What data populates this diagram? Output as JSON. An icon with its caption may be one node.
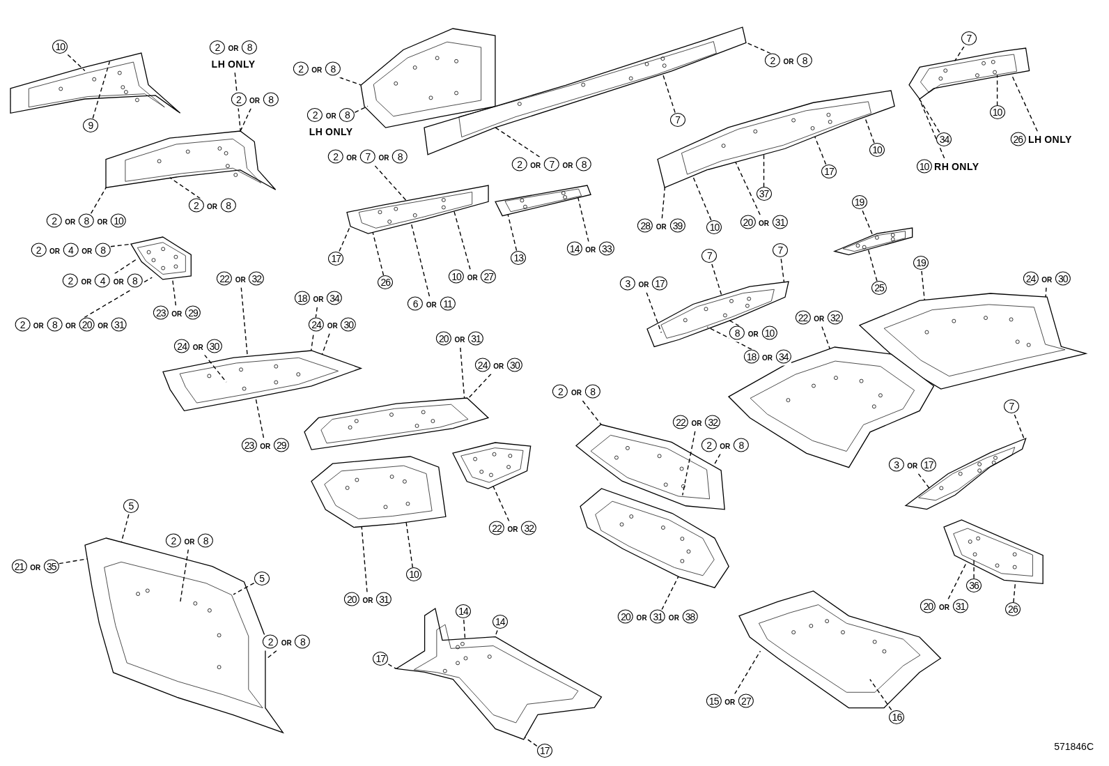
{
  "diagram": {
    "nodes": [
      {
        "text": [],
        "shape": "picture"
      },
      {
        "text": [],
        "shape": "picture"
      },
      {
        "text": [],
        "shape": "picture"
      },
      {
        "text": [],
        "shape": "picture"
      },
      {
        "text": [],
        "shape": "picture"
      },
      {
        "text": [],
        "shape": "picture"
      },
      {
        "text": [],
        "shape": "picture"
      },
      {
        "text": [],
        "shape": "picture"
      },
      {
        "text": [],
        "shape": "picture"
      },
      {
        "text": [],
        "shape": "picture"
      },
      {
        "text": [],
        "shape": "picture"
      },
      {
        "text": [],
        "shape": "picture"
      },
      {
        "text": [],
        "shape": "picture"
      },
      {
        "text": [],
        "shape": "picture"
      },
      {
        "text": [],
        "shape": "picture"
      },
      {
        "text": [],
        "shape": "picture"
      },
      {
        "text": [],
        "shape": "picture"
      },
      {
        "text": [],
        "shape": "picture"
      },
      {
        "text": [],
        "shape": "picture"
      },
      {
        "text": [],
        "shape": "picture"
      },
      {
        "text": [],
        "shape": "picture"
      },
      {
        "text": [],
        "shape": "picture"
      },
      {
        "text": [],
        "shape": "picture"
      },
      {
        "text": [],
        "shape": "picture"
      },
      {
        "text": [
          "10"
        ]
      },
      {
        "text": [
          "9"
        ]
      },
      {
        "text": [
          "2 OR 8",
          "LH ONLY"
        ]
      },
      {
        "text": [
          "2 OR 8"
        ]
      },
      {
        "text": [
          "2 OR 8"
        ]
      },
      {
        "text": [
          "2 OR 8 OR 10"
        ]
      },
      {
        "text": [
          "2 OR 4 OR 8"
        ]
      },
      {
        "text": [
          "2 OR 4 OR 8"
        ]
      },
      {
        "text": [
          "2 OR 8 OR 20 OR 31"
        ]
      },
      {
        "text": [
          "23 OR 29"
        ]
      },
      {
        "text": [
          "2 OR 8"
        ]
      },
      {
        "text": [
          "2 OR 8",
          "LH ONLY"
        ]
      },
      {
        "text": [
          "2 OR 8"
        ]
      },
      {
        "text": [
          "7"
        ]
      },
      {
        "text": [
          "2 OR 7 OR 8"
        ]
      },
      {
        "text": [
          "7"
        ]
      },
      {
        "text": [
          "10"
        ]
      },
      {
        "text": [
          "34"
        ]
      },
      {
        "text": [
          "26 LH ONLY"
        ]
      },
      {
        "text": [
          "10 RH ONLY"
        ]
      },
      {
        "text": [
          "17"
        ]
      },
      {
        "text": [
          "10"
        ]
      },
      {
        "text": [
          "37"
        ]
      },
      {
        "text": [
          "28 OR 39"
        ]
      },
      {
        "text": [
          "10"
        ]
      },
      {
        "text": [
          "20 OR 31"
        ]
      },
      {
        "text": [
          "2 OR 7 OR 8"
        ]
      },
      {
        "text": [
          "17"
        ]
      },
      {
        "text": [
          "26"
        ]
      },
      {
        "text": [
          "6 OR 11"
        ]
      },
      {
        "text": [
          "10 OR 27"
        ]
      },
      {
        "text": [
          "13"
        ]
      },
      {
        "text": [
          "14 OR 33"
        ]
      },
      {
        "text": [
          "19"
        ]
      },
      {
        "text": [
          "25"
        ]
      },
      {
        "text": [
          "22 OR 32"
        ]
      },
      {
        "text": [
          "18 OR 34"
        ]
      },
      {
        "text": [
          "24 OR 30"
        ]
      },
      {
        "text": [
          "24 OR 30"
        ]
      },
      {
        "text": [
          "23 OR 29"
        ]
      },
      {
        "text": [
          "3 OR 17"
        ]
      },
      {
        "text": [
          "7"
        ]
      },
      {
        "text": [
          "7"
        ]
      },
      {
        "text": [
          "8 OR 10"
        ]
      },
      {
        "text": [
          "18 OR 34"
        ]
      },
      {
        "text": [
          "19"
        ]
      },
      {
        "text": [
          "24 OR 30"
        ]
      },
      {
        "text": [
          "22 OR 32"
        ]
      },
      {
        "text": [
          "20 OR 31"
        ]
      },
      {
        "text": [
          "24 OR 30"
        ]
      },
      {
        "text": [
          "10"
        ]
      },
      {
        "text": [
          "20 OR 31"
        ]
      },
      {
        "text": [
          "22 OR 32"
        ]
      },
      {
        "text": [
          "2 OR 8"
        ]
      },
      {
        "text": [
          "22 OR 32"
        ]
      },
      {
        "text": [
          "2 OR 8"
        ]
      },
      {
        "text": [
          "20 OR 31 OR 38"
        ]
      },
      {
        "text": [
          "7"
        ]
      },
      {
        "text": [
          "3 OR 17"
        ]
      },
      {
        "text": [
          "36"
        ]
      },
      {
        "text": [
          "20 OR 31"
        ]
      },
      {
        "text": [
          "26"
        ]
      },
      {
        "text": [
          "5"
        ]
      },
      {
        "text": [
          "2 OR 8"
        ]
      },
      {
        "text": [
          "5"
        ]
      },
      {
        "text": [
          "21 OR 35"
        ]
      },
      {
        "text": [
          "2 OR 8"
        ]
      },
      {
        "text": [
          "14"
        ]
      },
      {
        "text": [
          "14"
        ]
      },
      {
        "text": [
          "17"
        ]
      },
      {
        "text": [
          "17"
        ]
      },
      {
        "text": [
          "15 OR 27"
        ]
      },
      {
        "text": [
          "16"
        ]
      }
    ],
    "edges": [
      {
        "from": 24,
        "to": 0,
        "arrow": "none",
        "style": "dashed"
      },
      {
        "from": 25,
        "to": 0,
        "arrow": "none",
        "style": "dashed"
      },
      {
        "from": 26,
        "to": 1,
        "arrow": "none",
        "style": "dashed"
      },
      {
        "from": 27,
        "to": 1,
        "arrow": "none",
        "style": "dashed"
      },
      {
        "from": 28,
        "to": 1,
        "arrow": "none",
        "style": "dashed"
      },
      {
        "from": 29,
        "to": 1,
        "arrow": "none",
        "style": "dashed"
      },
      {
        "from": 30,
        "to": 2,
        "arrow": "none",
        "style": "dashed"
      },
      {
        "from": 31,
        "to": 2,
        "arrow": "none",
        "style": "dashed"
      },
      {
        "from": 32,
        "to": 2,
        "arrow": "none",
        "style": "dashed"
      },
      {
        "from": 33,
        "to": 2,
        "arrow": "none",
        "style": "dashed"
      },
      {
        "from": 34,
        "to": 3,
        "arrow": "none",
        "style": "dashed"
      },
      {
        "from": 35,
        "to": 3,
        "arrow": "none",
        "style": "dashed"
      },
      {
        "from": 36,
        "to": 4,
        "arrow": "none",
        "style": "dashed"
      },
      {
        "from": 37,
        "to": 4,
        "arrow": "none",
        "style": "dashed"
      },
      {
        "from": 38,
        "to": 4,
        "arrow": "none",
        "style": "dashed"
      },
      {
        "from": 39,
        "to": 5,
        "arrow": "none",
        "style": "dashed"
      },
      {
        "from": 40,
        "to": 5,
        "arrow": "none",
        "style": "dashed"
      },
      {
        "from": 41,
        "to": 5,
        "arrow": "none",
        "style": "dashed"
      },
      {
        "from": 42,
        "to": 5,
        "arrow": "none",
        "style": "dashed"
      },
      {
        "from": 43,
        "to": 5,
        "arrow": "none",
        "style": "dashed"
      },
      {
        "from": 44,
        "to": 6,
        "arrow": "none",
        "style": "dashed"
      },
      {
        "from": 45,
        "to": 6,
        "arrow": "none",
        "style": "dashed"
      },
      {
        "from": 46,
        "to": 6,
        "arrow": "none",
        "style": "dashed"
      },
      {
        "from": 47,
        "to": 6,
        "arrow": "none",
        "style": "dashed"
      },
      {
        "from": 48,
        "to": 6,
        "arrow": "none",
        "style": "dashed"
      },
      {
        "from": 49,
        "to": 6,
        "arrow": "none",
        "style": "dashed"
      },
      {
        "from": 50,
        "to": 7,
        "arrow": "none",
        "style": "dashed"
      },
      {
        "from": 51,
        "to": 7,
        "arrow": "none",
        "style": "dashed"
      },
      {
        "from": 52,
        "to": 7,
        "arrow": "none",
        "style": "dashed"
      },
      {
        "from": 53,
        "to": 7,
        "arrow": "none",
        "style": "dashed"
      },
      {
        "from": 54,
        "to": 7,
        "arrow": "none",
        "style": "dashed"
      },
      {
        "from": 55,
        "to": 8,
        "arrow": "none",
        "style": "dashed"
      },
      {
        "from": 56,
        "to": 8,
        "arrow": "none",
        "style": "dashed"
      },
      {
        "from": 57,
        "to": 9,
        "arrow": "none",
        "style": "dashed"
      },
      {
        "from": 58,
        "to": 9,
        "arrow": "none",
        "style": "dashed"
      },
      {
        "from": 59,
        "to": 10,
        "arrow": "none",
        "style": "dashed"
      },
      {
        "from": 60,
        "to": 10,
        "arrow": "none",
        "style": "dashed"
      },
      {
        "from": 61,
        "to": 10,
        "arrow": "none",
        "style": "dashed"
      },
      {
        "from": 62,
        "to": 10,
        "arrow": "none",
        "style": "dashed"
      },
      {
        "from": 63,
        "to": 10,
        "arrow": "none",
        "style": "dashed"
      },
      {
        "from": 64,
        "to": 11,
        "arrow": "none",
        "style": "dashed"
      },
      {
        "from": 65,
        "to": 11,
        "arrow": "none",
        "style": "dashed"
      },
      {
        "from": 66,
        "to": 11,
        "arrow": "none",
        "style": "dashed"
      },
      {
        "from": 67,
        "to": 11,
        "arrow": "none",
        "style": "dashed"
      },
      {
        "from": 68,
        "to": 11,
        "arrow": "none",
        "style": "dashed"
      },
      {
        "from": 69,
        "to": 12,
        "arrow": "none",
        "style": "dashed"
      },
      {
        "from": 70,
        "to": 12,
        "arrow": "none",
        "style": "dashed"
      },
      {
        "from": 71,
        "to": 13,
        "arrow": "none",
        "style": "dashed"
      },
      {
        "from": 72,
        "to": 14,
        "arrow": "none",
        "style": "dashed"
      },
      {
        "from": 73,
        "to": 14,
        "arrow": "none",
        "style": "dashed"
      },
      {
        "from": 74,
        "to": 15,
        "arrow": "none",
        "style": "dashed"
      },
      {
        "from": 75,
        "to": 15,
        "arrow": "none",
        "style": "dashed"
      },
      {
        "from": 76,
        "to": 16,
        "arrow": "none",
        "style": "dashed"
      },
      {
        "from": 77,
        "to": 17,
        "arrow": "none",
        "style": "dashed"
      },
      {
        "from": 78,
        "to": 17,
        "arrow": "none",
        "style": "dashed"
      },
      {
        "from": 79,
        "to": 17,
        "arrow": "none",
        "style": "dashed"
      },
      {
        "from": 80,
        "to": 18,
        "arrow": "none",
        "style": "dashed"
      },
      {
        "from": 81,
        "to": 19,
        "arrow": "none",
        "style": "dashed"
      },
      {
        "from": 82,
        "to": 19,
        "arrow": "none",
        "style": "dashed"
      },
      {
        "from": 83,
        "to": 20,
        "arrow": "none",
        "style": "dashed"
      },
      {
        "from": 84,
        "to": 20,
        "arrow": "none",
        "style": "dashed"
      },
      {
        "from": 85,
        "to": 20,
        "arrow": "none",
        "style": "dashed"
      },
      {
        "from": 86,
        "to": 21,
        "arrow": "none",
        "style": "dashed"
      },
      {
        "from": 87,
        "to": 21,
        "arrow": "none",
        "style": "dashed"
      },
      {
        "from": 88,
        "to": 21,
        "arrow": "none",
        "style": "dashed"
      },
      {
        "from": 89,
        "to": 21,
        "arrow": "none",
        "style": "dashed"
      },
      {
        "from": 90,
        "to": 21,
        "arrow": "none",
        "style": "dashed"
      },
      {
        "from": 91,
        "to": 22,
        "arrow": "none",
        "style": "dashed"
      },
      {
        "from": 92,
        "to": 22,
        "arrow": "none",
        "style": "dashed"
      },
      {
        "from": 93,
        "to": 22,
        "arrow": "none",
        "style": "dashed"
      },
      {
        "from": 94,
        "to": 22,
        "arrow": "none",
        "style": "dashed"
      },
      {
        "from": 95,
        "to": 23,
        "arrow": "none",
        "style": "dashed"
      },
      {
        "from": 96,
        "to": 23,
        "arrow": "none",
        "style": "dashed"
      }
    ],
    "labels": [
      "571846C"
    ]
  }
}
